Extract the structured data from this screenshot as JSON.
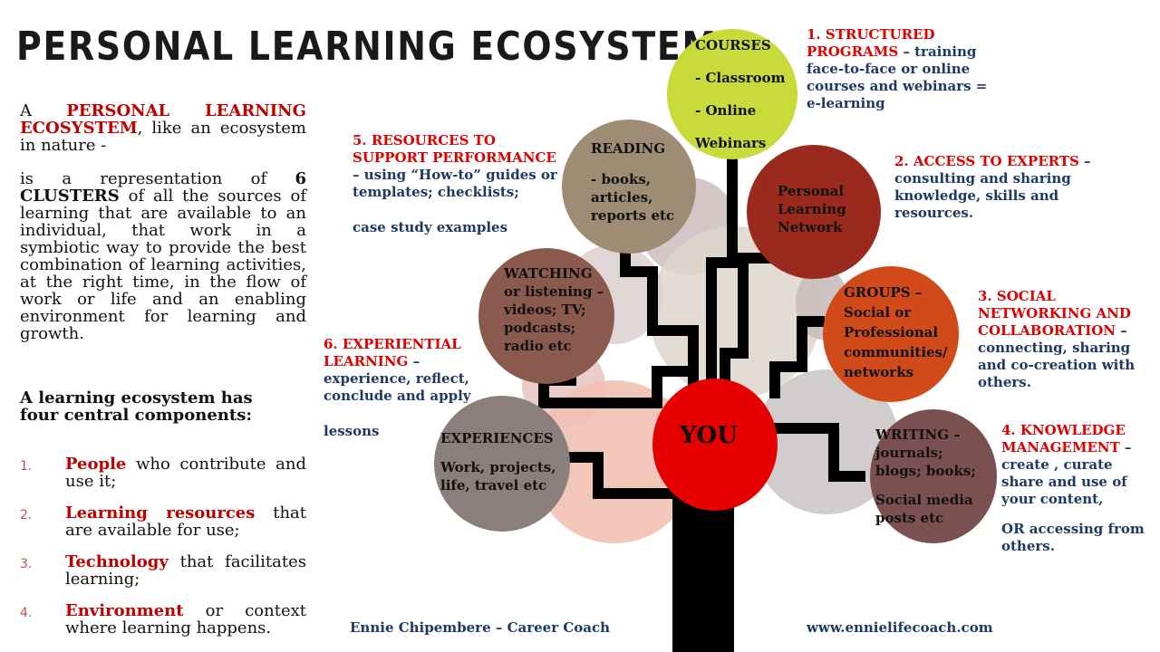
{
  "title": "PERSONAL LEARNING ECOSYSTEM",
  "intro": {
    "p1_a": "A",
    "p1_highlight": "PERSONAL LEARNING ECOSYSTEM",
    "p1_b": ", like an ecosystem in nature -",
    "p2_a": "is a representation of",
    "p2_bold": "6 CLUSTERS",
    "p2_b": "of all the sources of learning that are available to an individual, that work in a symbiotic way to provide the best combination of learning activities, at the right time, in the flow of work or life and an enabling environment for learning and growth."
  },
  "components": {
    "heading": "A learning ecosystem has four central components:",
    "items": [
      {
        "num": "1.",
        "key": "People",
        "rest": " who contribute and use it;"
      },
      {
        "num": "2.",
        "key": "Learning resources",
        "rest": " that are available for use;"
      },
      {
        "num": "3.",
        "key": "Technology",
        "rest": " that facilitates learning;"
      },
      {
        "num": "4.",
        "key": "Environment",
        "rest": " or context where learning happens."
      }
    ]
  },
  "nodes": {
    "courses": {
      "l1": "COURSES",
      "l2": "- Classroom",
      "l3": "- Online",
      "l4": "Webinars"
    },
    "reading": {
      "l1": "READING",
      "l2": "- books,",
      "l3": "articles,",
      "l4": "reports etc"
    },
    "pln": {
      "l1": "Personal",
      "l2": "Learning",
      "l3": "Network"
    },
    "watching": {
      "l1": "WATCHING",
      "l2": "or listening –",
      "l3": "videos;  TV;",
      "l4": "podcasts;",
      "l5": "radio etc"
    },
    "groups": {
      "l1": "GROUPS –",
      "l2": "Social or",
      "l3": "Professional",
      "l4": "communities/",
      "l5": "networks"
    },
    "you": {
      "label": "YOU"
    },
    "experiences": {
      "l1": "EXPERIENCES",
      "l2": "Work, projects,",
      "l3": "life, travel etc"
    },
    "writing": {
      "l1": "WRITING –",
      "l2": "journals;",
      "l3": "blogs; books;",
      "l4": "Social media",
      "l5": "posts etc"
    }
  },
  "captions": {
    "c1": {
      "red": "1. STRUCTURED PROGRAMS",
      "rest": " – training face-to-face or online courses and webinars = e-learning"
    },
    "c2": {
      "red": "2. ACCESS TO EXPERTS",
      "rest": " – consulting and sharing knowledge, skills and resources."
    },
    "c3": {
      "red": "3. SOCIAL NETWORKING AND COLLABORATION",
      "rest": " – connecting, sharing and co-creation with others."
    },
    "c4": {
      "red": "4. KNOWLEDGE MANAGEMENT",
      "rest": " – create , curate share and use of your content,",
      "extra": "OR accessing from others."
    },
    "c5": {
      "red": "5. RESOURCES TO SUPPORT PERFORMANCE",
      "rest": " – using “How-to” guides or templates; checklists;",
      "extra": "case study examples"
    },
    "c6": {
      "red": "6. EXPERIENTIAL LEARNING",
      "rest": " – experience, reflect, conclude and apply",
      "extra": "lessons"
    }
  },
  "footer": {
    "left": "Ennie Chipembere – Career Coach",
    "right": "www.ennielifecoach.com"
  },
  "colors": {
    "courses": "#c9db3a",
    "reading": "#9e8c74",
    "pln": "#9b2a1e",
    "watching": "#8a5a4e",
    "groups": "#d04a1a",
    "you": "#e60000",
    "experiences": "#8a7f7c",
    "writing": "#7a5050",
    "trunk": "#000000",
    "accent_red": "#e00000",
    "caption_blue": "#1f3864"
  }
}
